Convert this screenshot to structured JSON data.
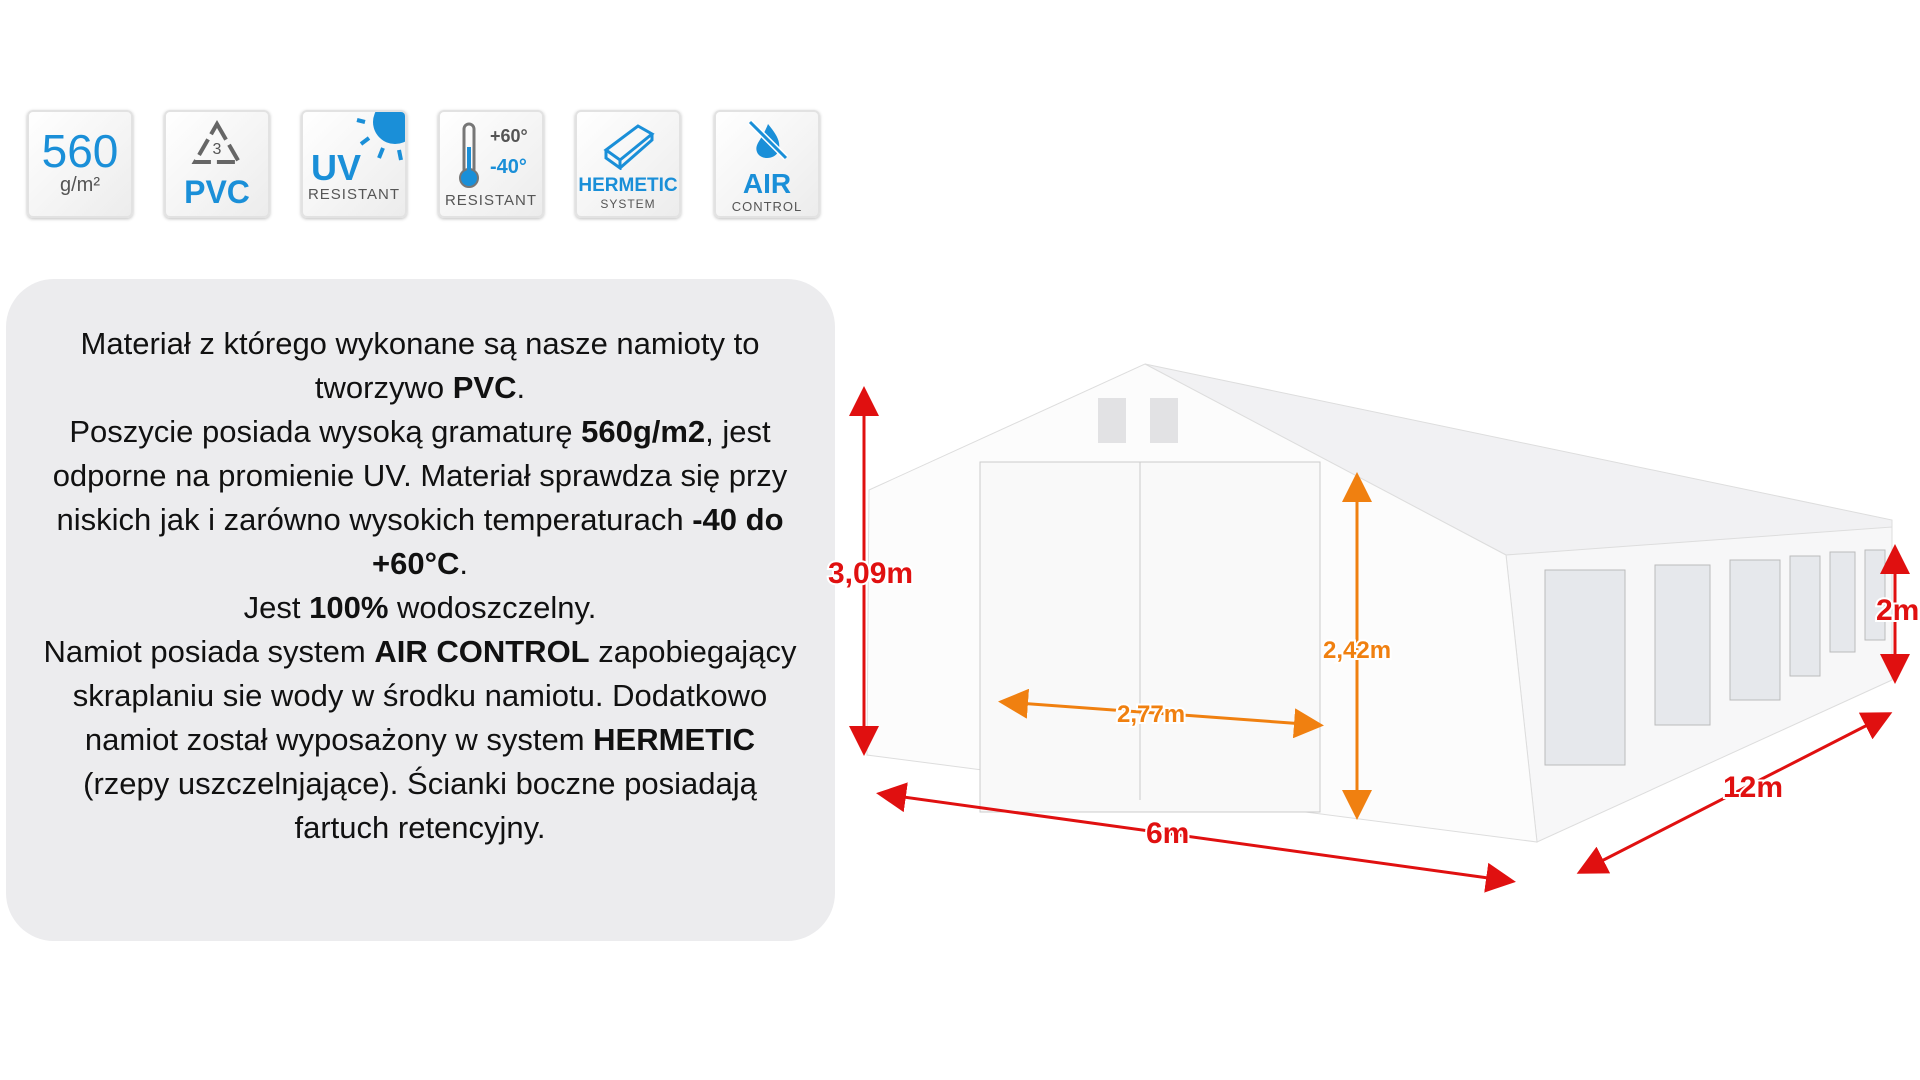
{
  "badges": [
    {
      "name": "weight",
      "main": "560",
      "sub": "g/m²"
    },
    {
      "name": "pvc",
      "number": "3",
      "main": "PVC"
    },
    {
      "name": "uv",
      "main": "UV",
      "sub": "RESISTANT"
    },
    {
      "name": "temperature",
      "hot": "+60°",
      "cold": "-40°",
      "sub": "RESISTANT"
    },
    {
      "name": "hermetic",
      "main": "HERMETIC",
      "sub": "SYSTEM"
    },
    {
      "name": "air",
      "main": "AIR",
      "sub": "CONTROL"
    }
  ],
  "description": {
    "p1a": "Materiał z którego wykonane są nasze namioty to tworzywo ",
    "p1b": "PVC",
    "p1c": ".",
    "p2a": "Poszycie posiada wysoką gramaturę ",
    "p2b": "560g/m2",
    "p2c": ", jest odporne na promienie UV. Materiał sprawdza się przy niskich jak i zarówno wysokich temperaturach ",
    "p2d": "-40 do +60°C",
    "p2e": ".",
    "p3a": "Jest ",
    "p3b": "100%",
    "p3c": " wodoszczelny.",
    "p4a": "Namiot posiada system ",
    "p4b": "AIR CONTROL",
    "p4c": " zapobiegający skraplaniu sie wody w środku namiotu. Dodatkowo namiot został wyposażony w system ",
    "p4d": "HERMETIC",
    "p4e": " (rzepy uszczelnjające). Ścianki boczne posiadają fartuch retencyjny."
  },
  "dimensions": {
    "height_total": "3,09m",
    "height_door": "2,42m",
    "door_width": "2,77m",
    "width": "6m",
    "length": "12m",
    "wall_height": "2m"
  },
  "colors": {
    "red": "#e01010",
    "orange": "#f08010",
    "blue": "#1a8fd8"
  }
}
